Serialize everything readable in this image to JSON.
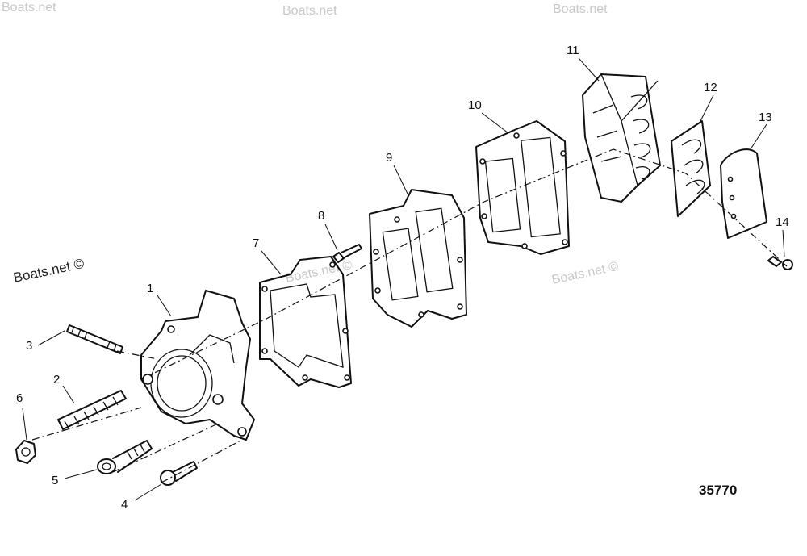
{
  "watermarks": {
    "main": "Boats.net ©",
    "faint_1": "Boats.net",
    "faint_2": "Boats.net",
    "faint_3": "Boats.net ©",
    "faint_4": "Boats.net ©",
    "faint_5": "Boats.net"
  },
  "callouts": {
    "c1": "1",
    "c2": "2",
    "c3": "3",
    "c4": "4",
    "c5": "5",
    "c6": "6",
    "c7": "7",
    "c8": "8",
    "c9": "9",
    "c10": "10",
    "c11": "11",
    "c12": "12",
    "c13": "13",
    "c14": "14"
  },
  "document_number": "35770"
}
